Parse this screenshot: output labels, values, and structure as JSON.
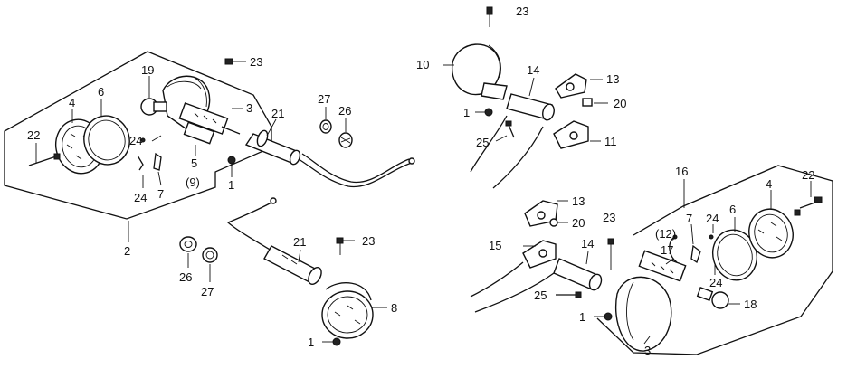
{
  "labels": {
    "l_23_left": "23",
    "l_19": "19",
    "l_6_left": "6",
    "l_4_left": "4",
    "l_3_upper": "3",
    "l_21_upper": "21",
    "l_22_left": "22",
    "l_24_left_a": "24",
    "l_5": "5",
    "l_9": "(9)",
    "l_24_left_b": "24",
    "l_7_left": "7",
    "l_1_left": "1",
    "l_2": "2",
    "l_27_upper": "27",
    "l_26_upper": "26",
    "l_26_lower": "26",
    "l_27_lower": "27",
    "l_21_lower": "21",
    "l_23_mid": "23",
    "l_8": "8",
    "l_1_bottom": "1",
    "l_23_top": "23",
    "l_10": "10",
    "l_14_upper": "14",
    "l_13_upper": "13",
    "l_1_right": "1",
    "l_20_upper": "20",
    "l_25_upper": "25",
    "l_11": "11",
    "l_16": "16",
    "l_22_right": "22",
    "l_4_right": "4",
    "l_13_lower": "13",
    "l_20_lower": "20",
    "l_23_right": "23",
    "l_6_right": "6",
    "l_24_right_a": "24",
    "l_7_right": "7",
    "l_12": "(12)",
    "l_15": "15",
    "l_14_lower": "14",
    "l_17": "17",
    "l_24_right_b": "24",
    "l_25_lower": "25",
    "l_18": "18",
    "l_1_lower": "1",
    "l_3_lower": "3"
  }
}
